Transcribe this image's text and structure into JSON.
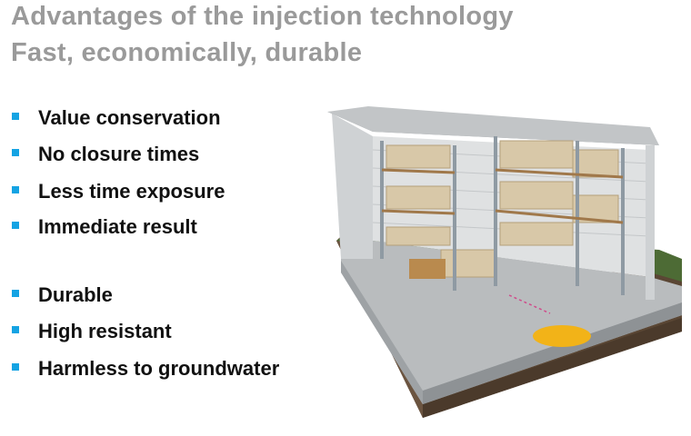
{
  "slide": {
    "title_line1": "Advantages of the injection technology",
    "title_line2": "Fast, economically, durable",
    "bullets_group1": [
      "Value conservation",
      "No closure times",
      "Less time exposure",
      "Immediate result"
    ],
    "bullets_group2": [
      "Durable",
      "High resistant",
      "Harmless to groundwater"
    ],
    "bullet_color": "#14a3e3",
    "illustration": "warehouse-cross-section-icon"
  }
}
